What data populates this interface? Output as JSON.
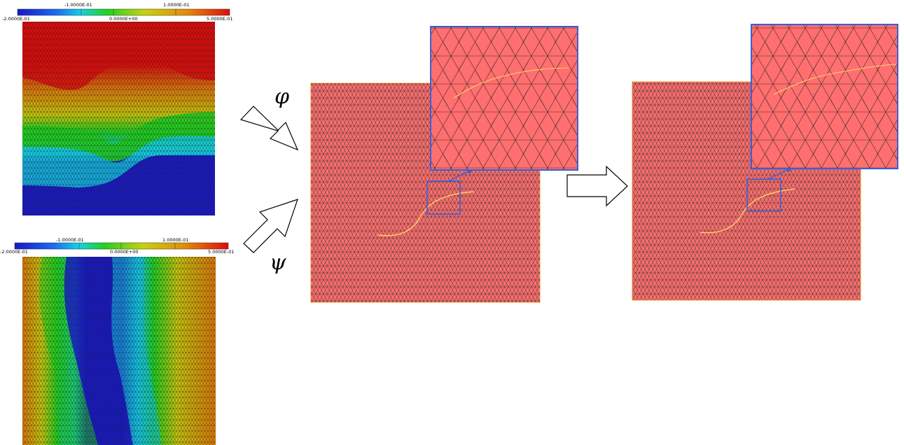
{
  "colorbar_top": {
    "ticks_upper": [
      "-1.0000E-01",
      "1.0000E-01"
    ],
    "ticks_lower": [
      "-2.0000E-01",
      "0.0000E+00",
      "5.0000E-01"
    ]
  },
  "colorbar_bottom": {
    "ticks_upper": [
      "-1.0000E-01",
      "1.0000E-01"
    ],
    "ticks_lower": [
      "-2.0000E-01",
      "0.0000E+00",
      "5.0000E-01"
    ]
  },
  "labels": {
    "phi": "φ",
    "psi": "ψ"
  },
  "colors": {
    "mesh_fill": "#ff6f6f",
    "mesh_line": "#2a2a2a",
    "crack": "#ffcf6a",
    "zoom_frame": "#3a5fd6",
    "mesh_border": "#ff9a2a",
    "colormap": [
      "#1010c8",
      "#12d2e6",
      "#1ed21e",
      "#d4d20a",
      "#e37b08",
      "#e00b0b"
    ]
  }
}
